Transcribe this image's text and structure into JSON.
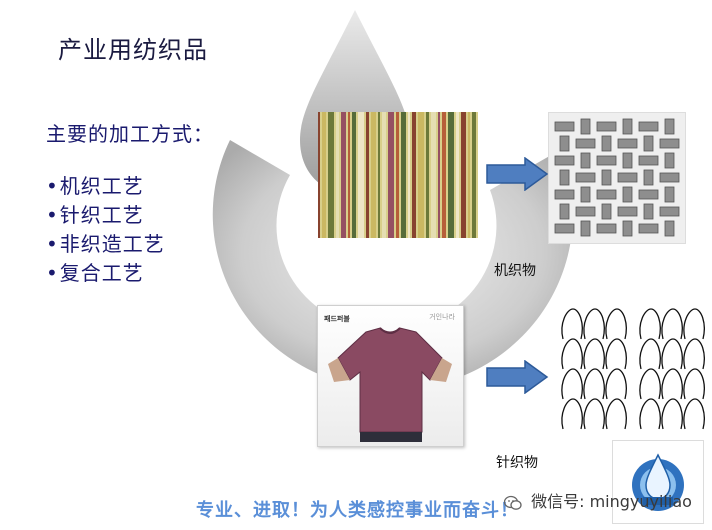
{
  "slide": {
    "title": "产业用纺织品",
    "subtitle": "主要的加工方式：",
    "methods": [
      "机织工艺",
      "针织工艺",
      "非织造工艺",
      "复合工艺"
    ]
  },
  "figures": {
    "woven_caption": "机织物",
    "knit_caption": "针织物",
    "shirt_tag_left": "패드퍼블",
    "shirt_tag_right": "거인나라"
  },
  "footer": {
    "slogan": "专业、进取！为人类感控事业而奋斗！",
    "wechat_label": "微信号: mingyuyiliao"
  },
  "colors": {
    "title_text": "#1a1a40",
    "list_text": "#1a1a6e",
    "arrow_fill": "#4f7ec0",
    "slogan_text": "#5a8fd8",
    "logo_gray": "#b8b8b8",
    "badge_blue": "#1f5fa8"
  },
  "icons": {
    "background": "water-drop-logo",
    "arrows": "right-arrow-icon",
    "wechat": "wechat-icon"
  }
}
